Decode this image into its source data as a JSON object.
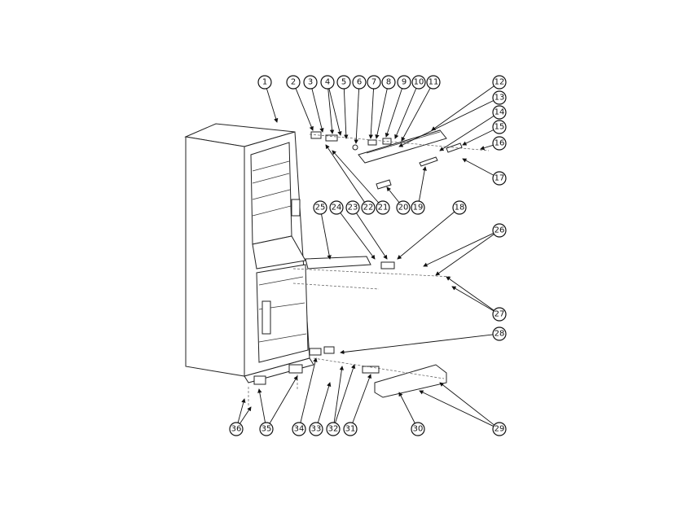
{
  "diagram": {
    "type": "exploded-parts-diagram",
    "callouts": [
      "1",
      "2",
      "3",
      "4",
      "5",
      "6",
      "7",
      "8",
      "9",
      "10",
      "11",
      "12",
      "13",
      "14",
      "15",
      "16",
      "17",
      "18",
      "19",
      "20",
      "21",
      "22",
      "23",
      "24",
      "25",
      "26",
      "27",
      "28",
      "29",
      "30",
      "31",
      "32",
      "33",
      "34",
      "35",
      "36"
    ]
  }
}
